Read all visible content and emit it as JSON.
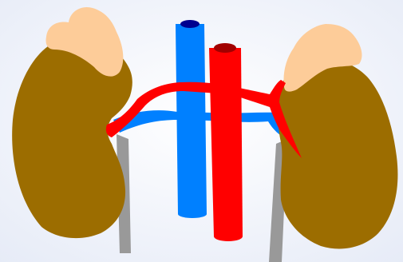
{
  "colors": {
    "background": "#e6ebf7",
    "kidney": "#9c6d00",
    "adrenal_gland": "#fdcc99",
    "artery": "#ff0000",
    "artery_lumen": "#a10000",
    "vein": "#0080ff",
    "vein_lumen": "#00008f",
    "ureter": "#999999"
  },
  "structures": [
    {
      "id": "kidney-left",
      "icon": "kidney-icon"
    },
    {
      "id": "kidney-right",
      "icon": "kidney-icon"
    },
    {
      "id": "adrenal-gland-left",
      "icon": "adrenal-gland-icon"
    },
    {
      "id": "adrenal-gland-right",
      "icon": "adrenal-gland-icon"
    },
    {
      "id": "inferior-vena-cava",
      "icon": "vein-icon"
    },
    {
      "id": "abdominal-aorta",
      "icon": "artery-icon"
    },
    {
      "id": "renal-arteries",
      "icon": "artery-icon"
    },
    {
      "id": "renal-veins",
      "icon": "vein-icon"
    },
    {
      "id": "ureter-left",
      "icon": "ureter-icon"
    },
    {
      "id": "ureter-right",
      "icon": "ureter-icon"
    }
  ]
}
